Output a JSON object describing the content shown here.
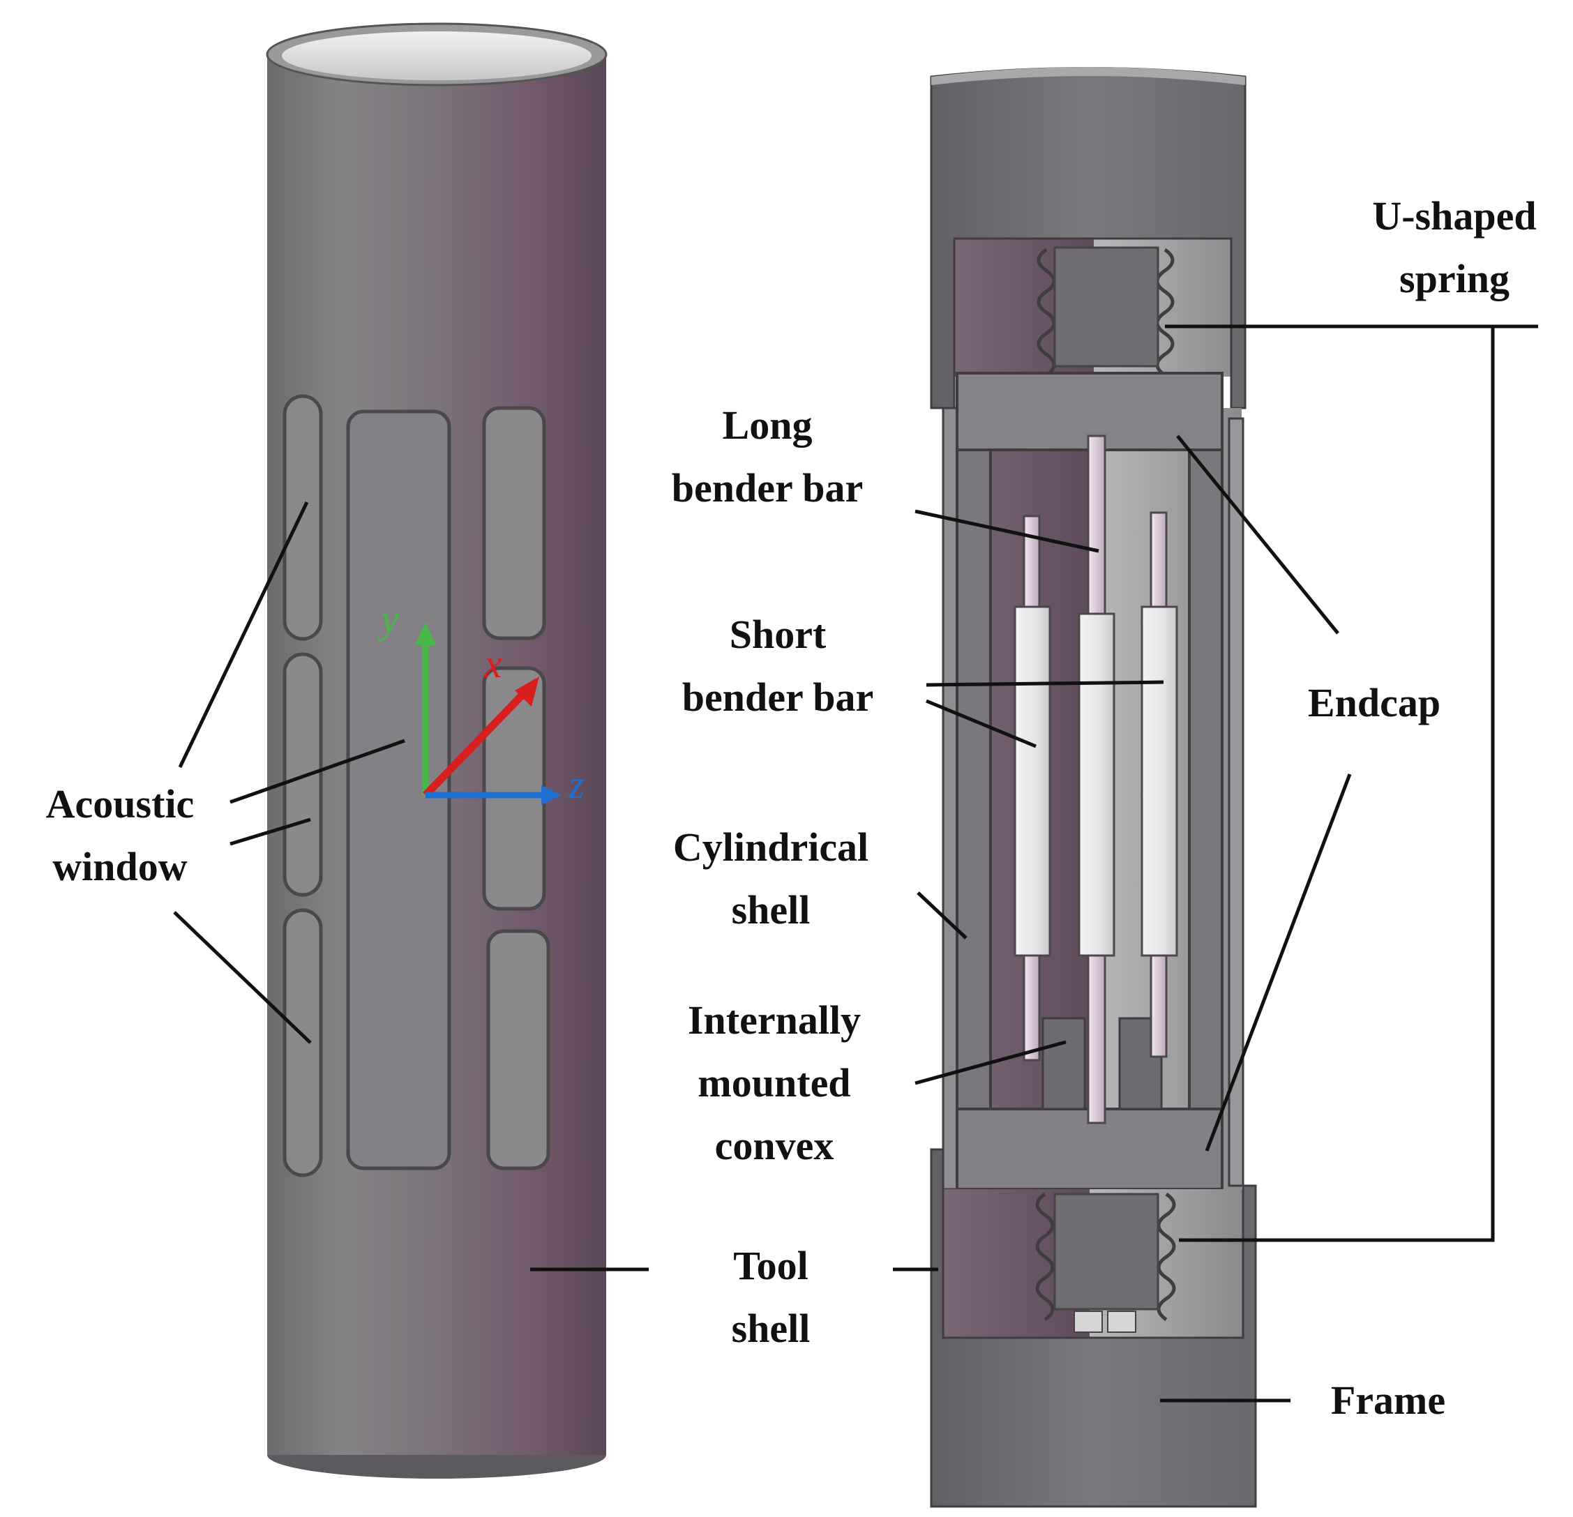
{
  "figure": {
    "axes": {
      "y": {
        "label": "y",
        "color": "#48b848"
      },
      "x": {
        "label": "x",
        "color": "#d81e1e"
      },
      "z": {
        "label": "z",
        "color": "#1f6fd0"
      }
    },
    "labels": {
      "acoustic_window": [
        "Acoustic",
        "window"
      ],
      "u_shaped_spring": [
        "U-shaped",
        "spring"
      ],
      "long_bender_bar": [
        "Long",
        "bender bar"
      ],
      "short_bender_bar": [
        "Short",
        "bender bar"
      ],
      "endcap": [
        "Endcap"
      ],
      "cylindrical_shell": [
        "Cylindrical",
        "shell"
      ],
      "internally_mounted_convex": [
        "Internally",
        "mounted",
        "convex"
      ],
      "tool_shell": [
        "Tool",
        "shell"
      ],
      "frame": [
        "Frame"
      ]
    },
    "colors": {
      "shell_purple": "#6b5566",
      "shell_gray": "#7d7b7e",
      "metal_light": "#d9d9d9",
      "bar_pink": "#e4d3e3",
      "leader_line": "#111111"
    }
  }
}
